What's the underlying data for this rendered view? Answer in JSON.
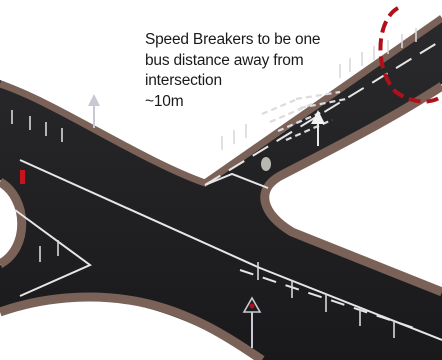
{
  "annotation": {
    "line1": "Speed Breakers to be one",
    "line2": "bus distance away from",
    "line3": "intersection",
    "line4": "~10m"
  },
  "colors": {
    "road": "#1d1d1f",
    "curb": "#6e5a50",
    "marking": "#e6e6e6",
    "highlight": "#b0101a",
    "background": "#ffffff"
  }
}
